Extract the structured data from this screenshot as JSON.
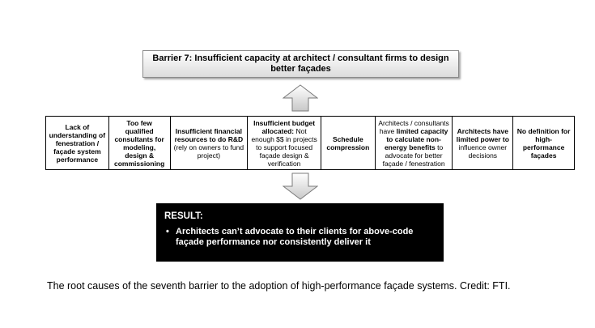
{
  "barrier": {
    "label": "Barrier 7: Insufficient capacity at architect / consultant firms to design better façades"
  },
  "causes": [
    {
      "bold": "Lack of understanding of fenestration / façade system performance",
      "normal": "",
      "after": "",
      "width": 78
    },
    {
      "bold": "Too few qualified consultants for modeling, design & commissioning",
      "normal": "",
      "after": "",
      "width": 76
    },
    {
      "bold": "Insufficient financial resources to do R&D",
      "normal": " (rely on owners to fund project)",
      "after": "",
      "width": 96
    },
    {
      "bold": "Insufficient budget allocated:",
      "normal": " Not enough $$ in projects to support focused façade design & verification",
      "after": "",
      "width": 91
    },
    {
      "bold": "Schedule compression",
      "normal": "",
      "after": "",
      "width": 67
    },
    {
      "pre": "Architects / consultants have ",
      "bold": "limited capacity to calculate non-energy benefits",
      "normal": " to advocate for better façade / fenestration",
      "width": 96
    },
    {
      "bold": "Architects have limited power to",
      "normal": " influence owner decisions",
      "after": "",
      "width": 75
    },
    {
      "bold": "No definition for high-performance façades",
      "normal": "",
      "after": "",
      "width": 75
    }
  ],
  "result": {
    "title": "RESULT:",
    "bullet": "•",
    "text": "Architects can’t advocate to their clients for above-code façade performance nor consistently deliver it"
  },
  "caption": "The root causes of the seventh barrier to the adoption of high-performance façade systems. Credit: FTI."
}
